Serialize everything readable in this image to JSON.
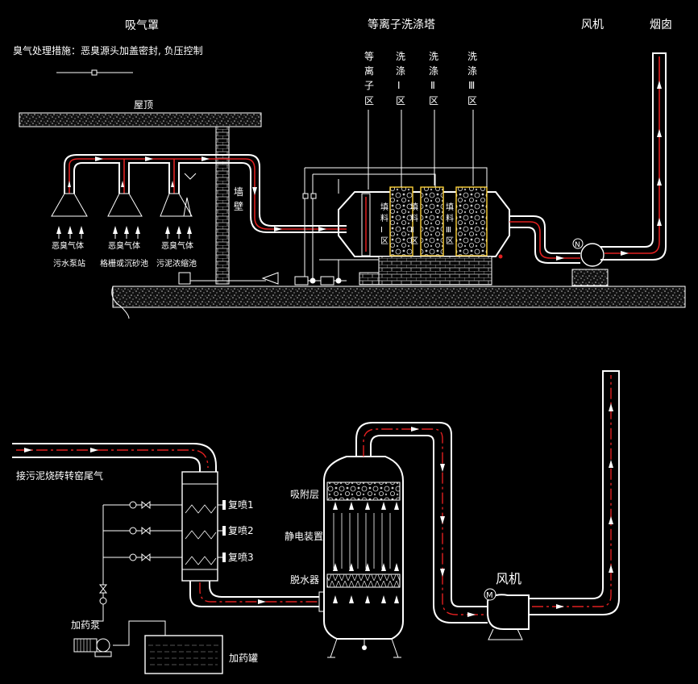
{
  "top": {
    "hood_title": "吸气罩",
    "measure_text": "臭气处理措施：恶臭源头加盖密封, 负压控制",
    "roof_label": "屋顶",
    "wall_label": [
      "墙",
      "壁"
    ],
    "tower_title": "等离子洗涤塔",
    "zones": [
      {
        "name": "plasma",
        "chars": [
          "等",
          "离",
          "子",
          "区"
        ]
      },
      {
        "name": "wash-1",
        "chars": [
          "洗",
          "涤",
          "Ⅰ",
          "区"
        ]
      },
      {
        "name": "wash-2",
        "chars": [
          "洗",
          "涤",
          "Ⅱ",
          "区"
        ]
      },
      {
        "name": "wash-3",
        "chars": [
          "洗",
          "涤",
          "Ⅲ",
          "区"
        ]
      }
    ],
    "fan_label": "风机",
    "chimney_label": "烟囱",
    "fan_symbol": "N",
    "sources": [
      {
        "gas": "恶臭气体",
        "place": "污水泵站"
      },
      {
        "gas": "恶臭气体",
        "place": "格栅或沉砂池"
      },
      {
        "gas": "恶臭气体",
        "place": "污泥浓缩池"
      }
    ],
    "packing_labels": [
      {
        "chars": [
          "填",
          "料",
          "Ⅰ",
          "区"
        ]
      },
      {
        "chars": [
          "填",
          "料",
          "Ⅱ",
          "区"
        ]
      },
      {
        "chars": [
          "填",
          "料",
          "Ⅲ",
          "区"
        ]
      }
    ]
  },
  "bottom": {
    "inlet_label": "接污泥烧砖转窑尾气",
    "sprays": [
      "复喷1",
      "复喷2",
      "复喷3"
    ],
    "pump_label": "加药泵",
    "tank_label": "加药罐",
    "adsorb_label": "吸附层",
    "esp_label": "静电装置",
    "demister_label": "脱水器",
    "fan_label": "风机",
    "fan_symbol": "M"
  },
  "colors": {
    "background": "#000000",
    "line": "#ffffff",
    "flow": "#e02020",
    "packing": "#ffd23a"
  }
}
